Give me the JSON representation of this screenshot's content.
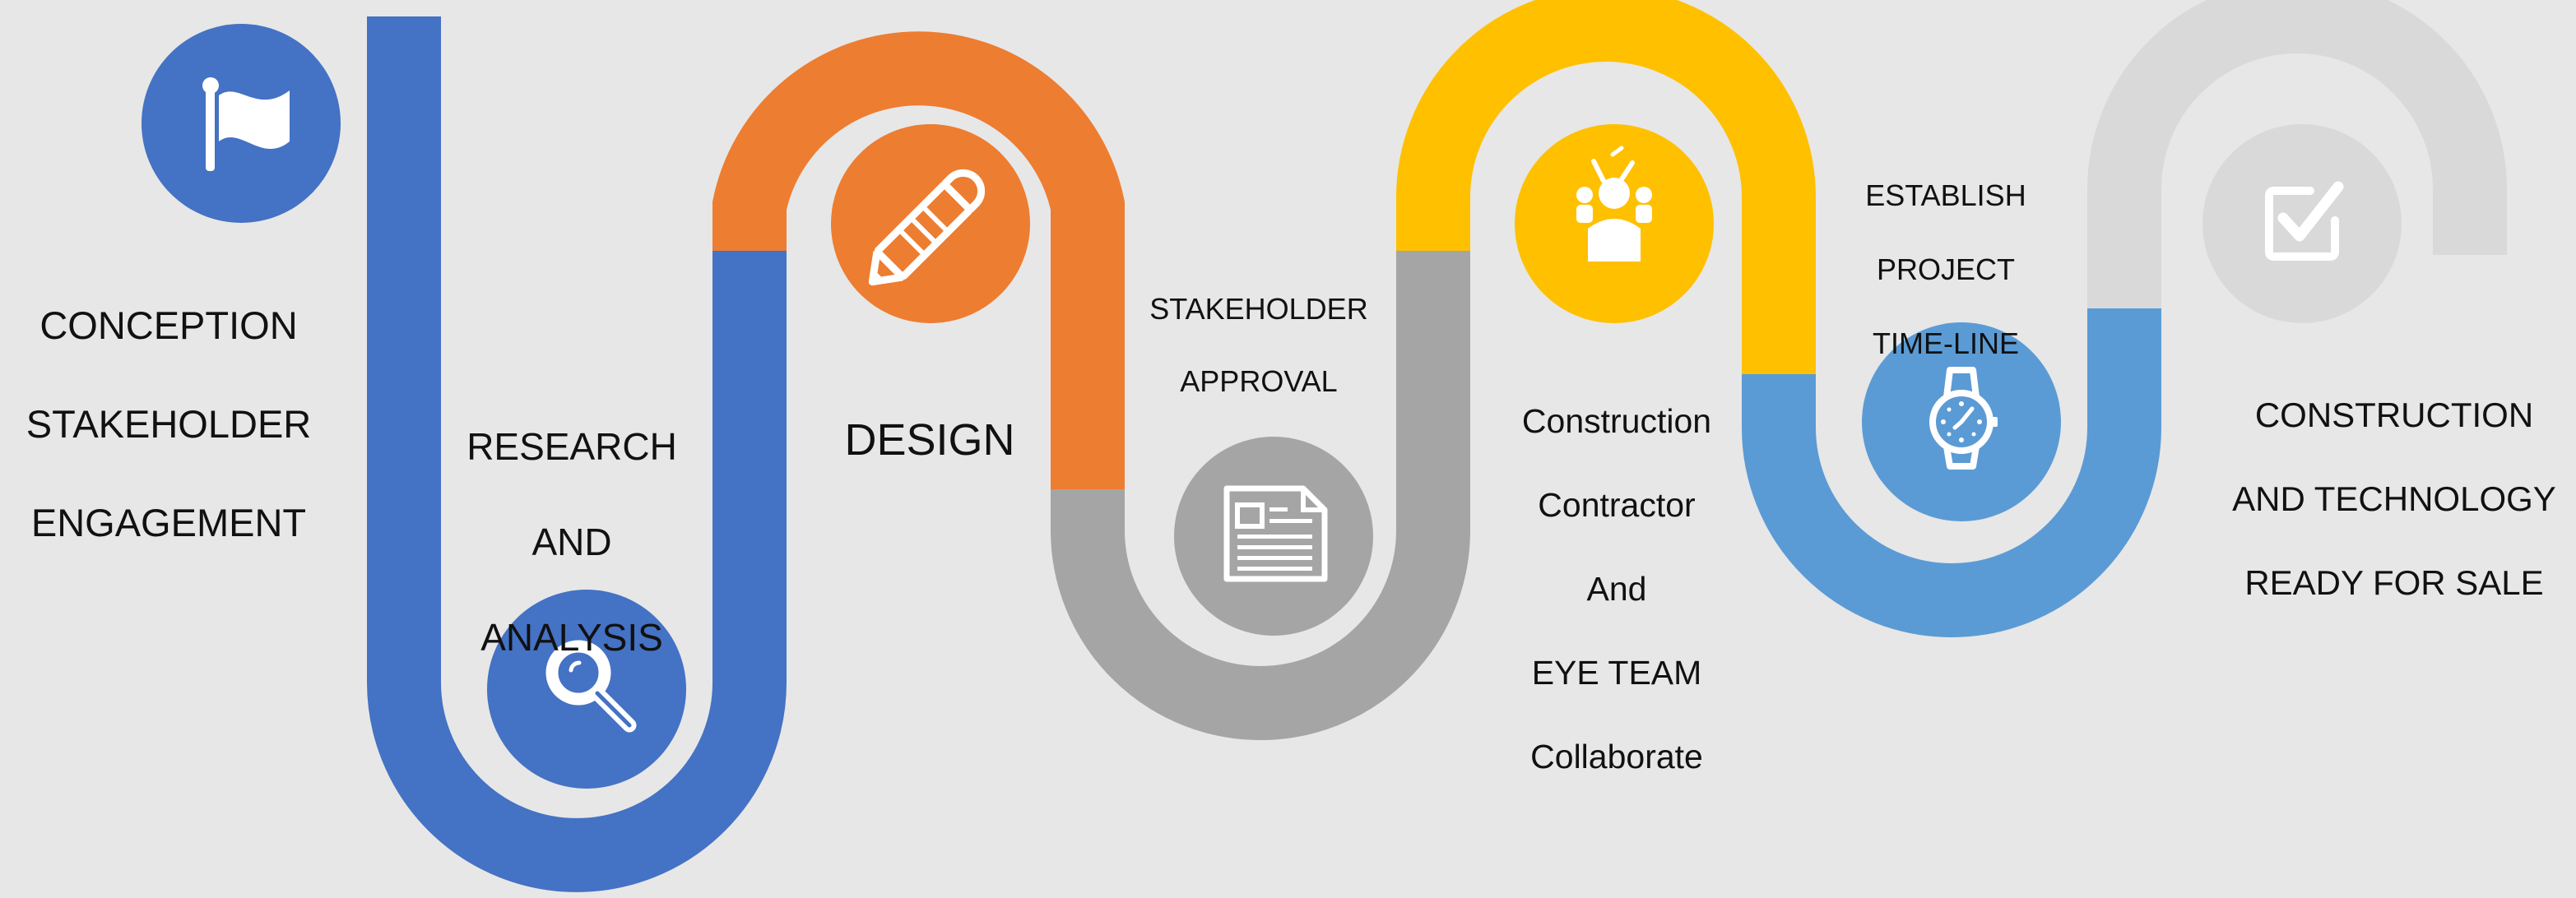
{
  "colors": {
    "background": "#e7e7e7",
    "blue_dark": "#4472c4",
    "orange": "#ed7d31",
    "gray": "#a5a5a5",
    "yellow": "#ffc000",
    "blue_light": "#5b9bd5",
    "light_gray": "#d9d9d9",
    "icon_fill": "#ffffff"
  },
  "steps": [
    {
      "id": "conception",
      "lines": [
        "CONCEPTION",
        "STAKEHOLDER",
        "ENGAGEMENT"
      ],
      "icon": "flag-icon",
      "color": "#4472c4"
    },
    {
      "id": "research",
      "lines": [
        "RESEARCH",
        "AND",
        "ANALYSIS"
      ],
      "icon": "magnifier-icon",
      "color": "#4472c4"
    },
    {
      "id": "design",
      "lines": [
        "DESIGN"
      ],
      "icon": "pencil-icon",
      "color": "#ed7d31"
    },
    {
      "id": "approval",
      "lines": [
        "STAKEHOLDER",
        "APPROVAL"
      ],
      "icon": "document-icon",
      "color": "#a5a5a5"
    },
    {
      "id": "collaborate",
      "lines": [
        "Construction",
        "Contractor",
        "And",
        "EYE TEAM",
        "Collaborate"
      ],
      "icon": "team-icon",
      "color": "#ffc000"
    },
    {
      "id": "timeline",
      "lines": [
        "ESTABLISH",
        "PROJECT",
        "TIME-LINE"
      ],
      "icon": "watch-icon",
      "color": "#5b9bd5"
    },
    {
      "id": "ready",
      "lines": [
        "CONSTRUCTION",
        "AND TECHNOLOGY",
        "READY FOR SALE"
      ],
      "icon": "checkbox-icon",
      "color": "#d9d9d9"
    }
  ]
}
